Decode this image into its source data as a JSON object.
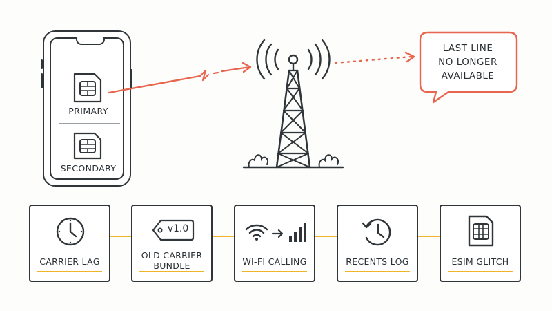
{
  "phone": {
    "primary_label": "PRIMARY",
    "secondary_label": "SECONDARY"
  },
  "bubble": {
    "lines": [
      "LAST LINE",
      "NO LONGER",
      "AVAILABLE"
    ]
  },
  "cards": [
    {
      "label": "CARRIER LAG",
      "icon": "clock-icon"
    },
    {
      "label_lines": [
        "OLD CARRIER",
        "BUNDLE"
      ],
      "tag_text": "v1.0",
      "icon": "version-tag-icon"
    },
    {
      "label": "WI-FI CALLING",
      "icon": "wifi-to-cellular-icon"
    },
    {
      "label": "RECENTS LOG",
      "icon": "history-icon"
    },
    {
      "label": "ESIM GLITCH",
      "icon": "sim-card-icon"
    }
  ],
  "colors": {
    "accent_red": "#e8654f",
    "accent_yellow": "#f0b429",
    "stroke": "#2f3538"
  }
}
